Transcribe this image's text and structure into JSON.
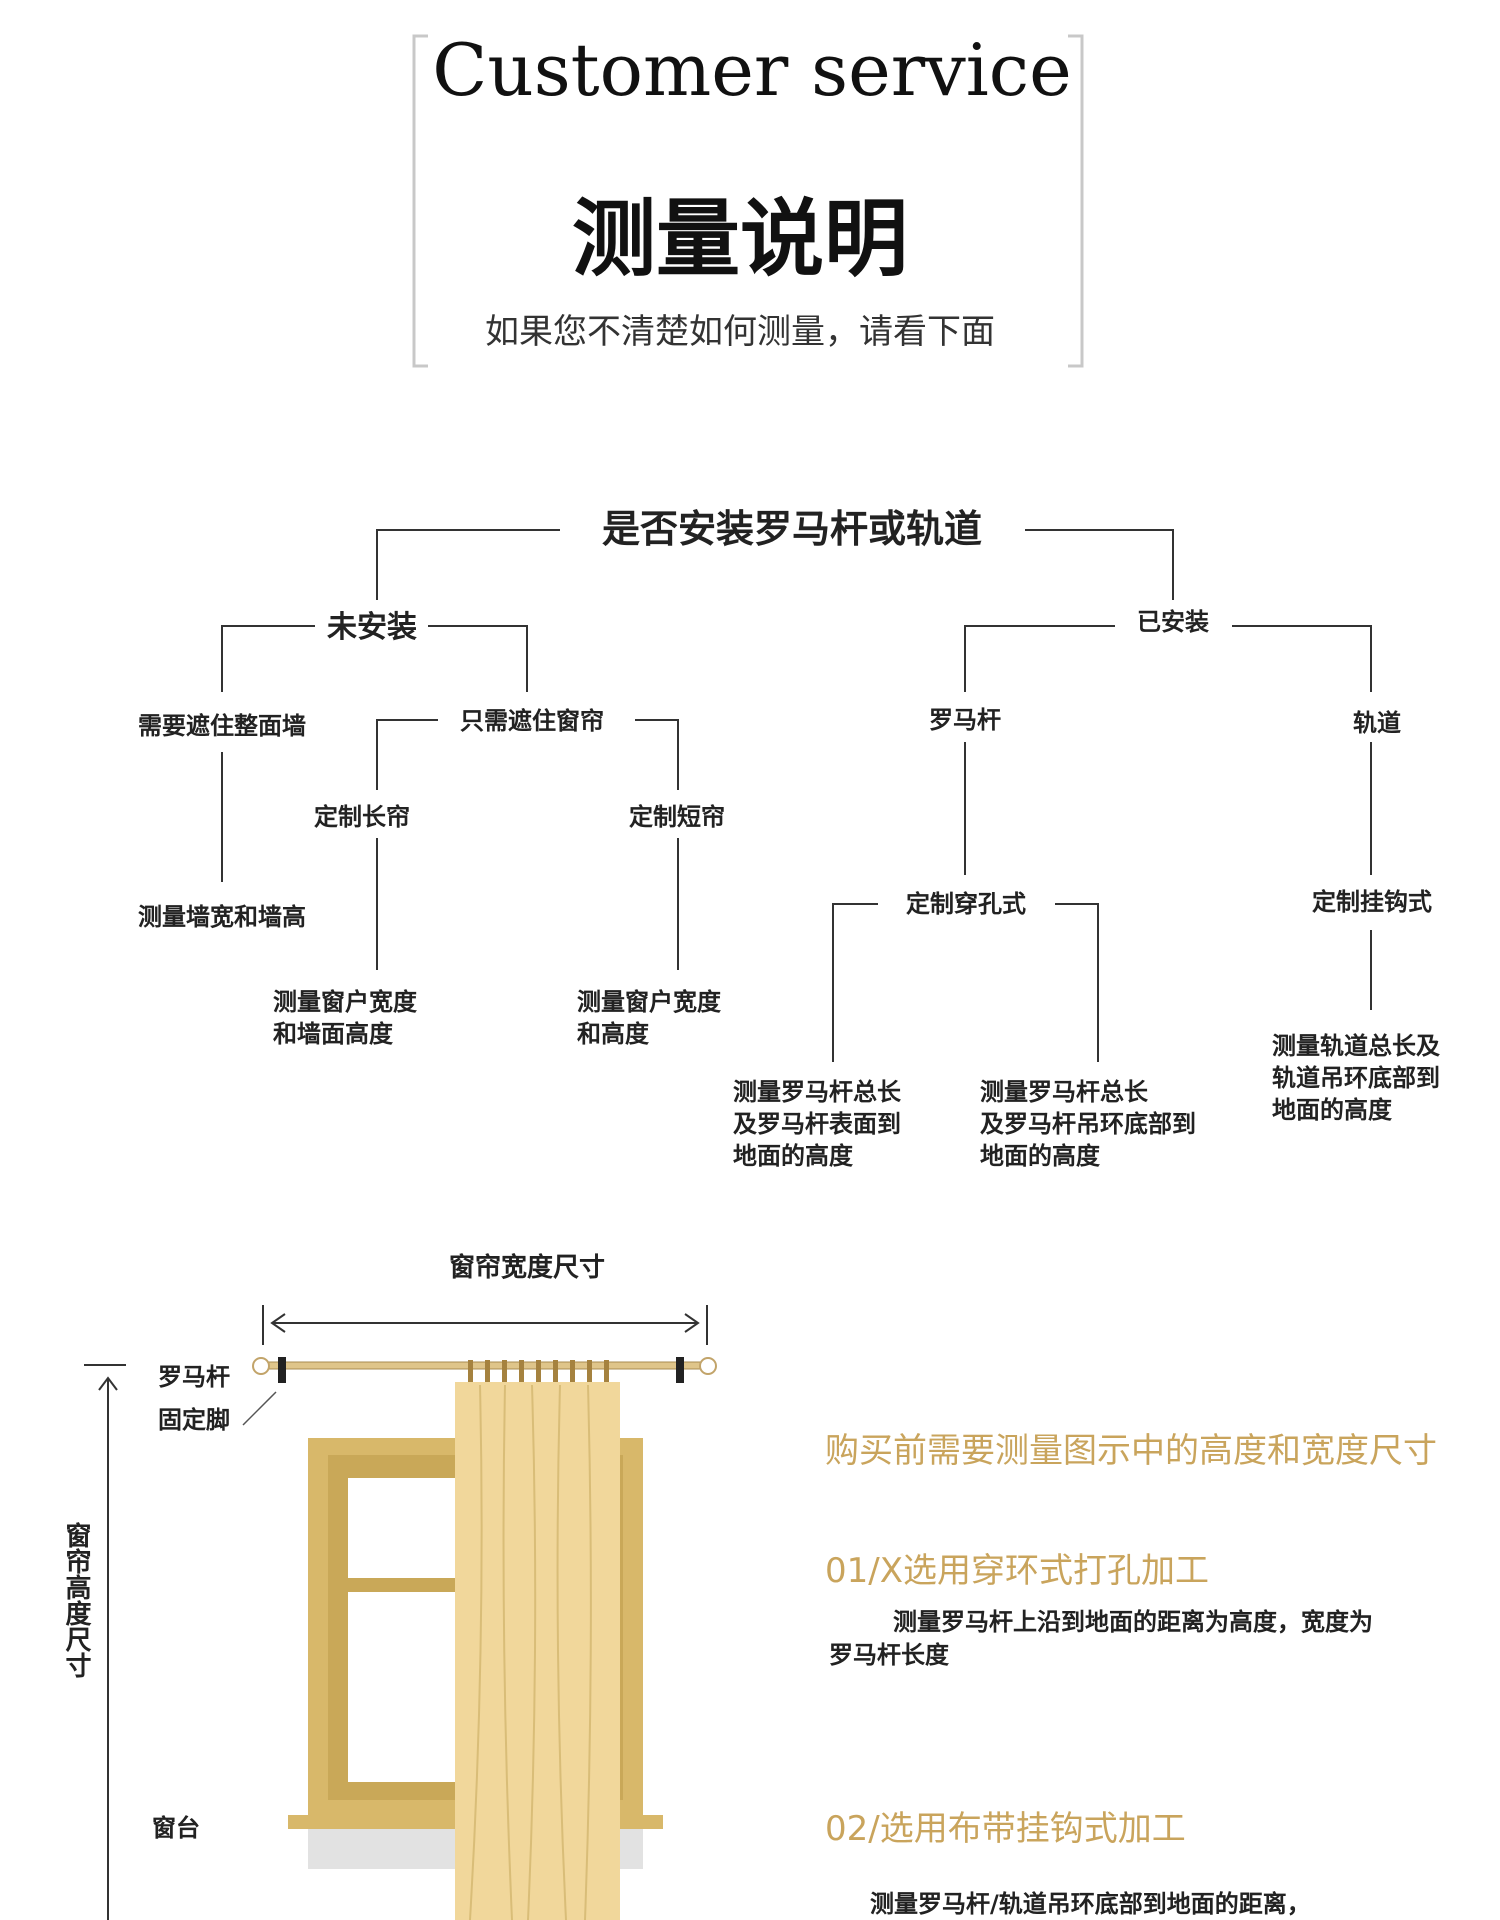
{
  "header": {
    "title_en": "Customer   service",
    "title_zh": "测量说明",
    "subtitle": "如果您不清楚如何测量，请看下面"
  },
  "flow": {
    "root": "是否安装罗马杆或轨道",
    "not_installed": {
      "label": "未安装",
      "cover_wall": "需要遮住整面墙",
      "measure_wall": "测量墙宽和墙高",
      "cover_window": "只需遮住窗帘",
      "long_curtain": "定制长帘",
      "long_measure": [
        "测量窗户宽度",
        "和墙面高度"
      ],
      "short_curtain": "定制短帘",
      "short_measure": [
        "测量窗户宽度",
        "和高度"
      ]
    },
    "installed": {
      "label": "已安装",
      "rod": "罗马杆",
      "grommet": "定制穿孔式",
      "grommet_measure_a": [
        "测量罗马杆总长",
        "及罗马杆表面到",
        "地面的高度"
      ],
      "grommet_measure_b": [
        "测量罗马杆总长",
        "及罗马杆吊环底部到",
        "地面的高度"
      ],
      "track": "轨道",
      "hook": "定制挂钩式",
      "hook_measure": [
        "测量轨道总长及",
        "轨道吊环底部到",
        "地面的高度"
      ]
    }
  },
  "illustration": {
    "width_label": "窗帘宽度尺寸",
    "height_label": "窗帘高度尺寸",
    "rod_label": "罗马杆",
    "bracket_label": "固定脚",
    "sill_label": "窗台"
  },
  "notes": {
    "headline": "购买前需要测量图示中的高度和宽度尺寸",
    "option1_title": "01/X选用穿环式打孔加工",
    "option1_body": [
      "测量罗马杆上沿到地面的距离为高度，宽度为",
      "罗马杆长度"
    ],
    "option2_title": "02/选用布带挂钩式加工",
    "option2_body": "测量罗马杆/轨道吊环底部到地面的距离，"
  },
  "colors": {
    "accent": "#c9a45c",
    "line": "#333333",
    "frame": "#d4b56a",
    "curtain": "#f1d79b",
    "bracket_gray": "#c8c8c8"
  }
}
